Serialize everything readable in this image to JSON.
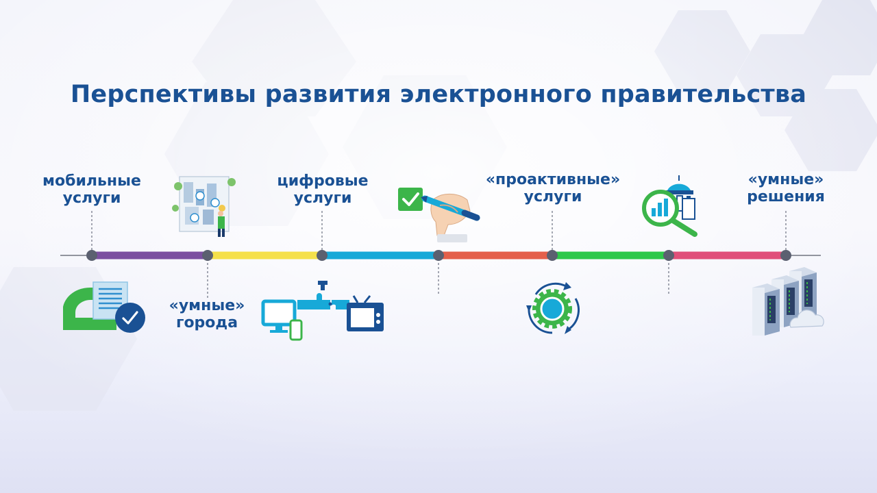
{
  "slide": {
    "title": "Перспективы развития электронного правительства"
  },
  "timeline": {
    "segment_colors": [
      "#7b4fa0",
      "#f5e04a",
      "#17a9d8",
      "#e4604a",
      "#2ec84a",
      "#e04f7a"
    ],
    "stages": [
      {
        "label": "мобильные\nуслуги",
        "icon": "document-check-icon"
      },
      {
        "label": "«умные»\nгорода",
        "icon": "smart-city-icon"
      },
      {
        "label": "цифровые\nуслуги",
        "icon": "devices-puzzle-icon"
      },
      {
        "label": "",
        "icon": "hand-pen-checkbox-icon"
      },
      {
        "label": "«проактивные»\nуслуги",
        "icon": "gear-cycle-icon"
      },
      {
        "label": "",
        "icon": "government-analytics-icon"
      },
      {
        "label": "«умные»\nрешения",
        "icon": "servers-cloud-icon"
      }
    ]
  },
  "colors": {
    "title": "#1a5194",
    "accent_green": "#3cb54a",
    "accent_blue": "#1a5194"
  }
}
